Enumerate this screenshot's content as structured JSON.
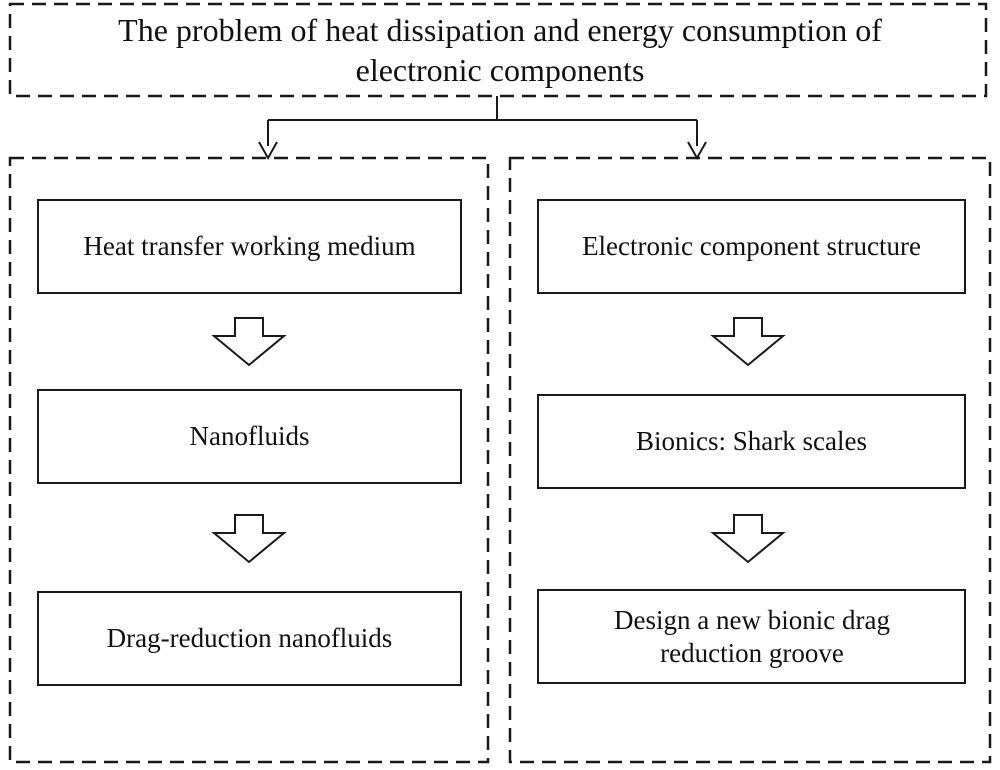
{
  "title": "The problem of heat dissipation and energy consumption of electronic components",
  "left_branch": {
    "steps": [
      "Heat transfer working medium",
      "Nanofluids",
      "Drag-reduction nanofluids"
    ]
  },
  "right_branch": {
    "steps": [
      "Electronic component structure",
      "Bionics: Shark scales",
      "Design a new bionic drag reduction groove"
    ]
  },
  "colors": {
    "stroke": "#1a1a1a",
    "text": "#111111",
    "background": "#ffffff"
  }
}
